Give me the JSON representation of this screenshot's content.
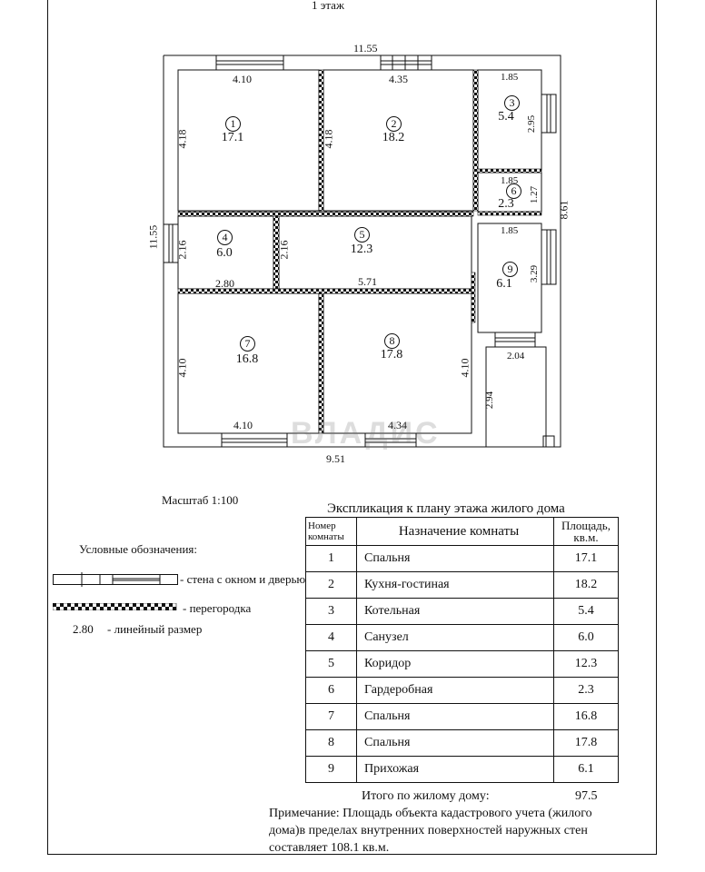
{
  "floor_title": "1 этаж",
  "dims": {
    "top_total": "11.55",
    "left_total": "11.55",
    "right_total": "8.61",
    "bottom_total": "9.51",
    "r1_w": "4.10",
    "r1_h": "4.18",
    "r2_w": "4.35",
    "r2_h": "4.18",
    "r3_w": "1.85",
    "r3_h": "2.95",
    "r6_w": "1.85",
    "r6_h": "1.27",
    "r9_w": "1.85",
    "r9_h": "3.29",
    "r4_h": "2.16",
    "r4_w": "2.80",
    "r5_h": "2.16",
    "r5_w": "5.71",
    "r7_h": "4.10",
    "r7_w": "4.10",
    "r8_h": "4.10",
    "r8_w": "4.34",
    "porch_w": "2.04",
    "porch_h": "2.94"
  },
  "rooms": [
    {
      "num": "1",
      "area": "17.1"
    },
    {
      "num": "2",
      "area": "18.2"
    },
    {
      "num": "3",
      "area": "5.4"
    },
    {
      "num": "4",
      "area": "6.0"
    },
    {
      "num": "5",
      "area": "12.3"
    },
    {
      "num": "6",
      "area": "2.3"
    },
    {
      "num": "7",
      "area": "16.8"
    },
    {
      "num": "8",
      "area": "17.8"
    },
    {
      "num": "9",
      "area": "6.1"
    }
  ],
  "scale_label": "Масштаб 1:100",
  "legend": {
    "title": "Условные обозначения:",
    "wall": "- стена с окном и дверью",
    "partition": "- перегородка",
    "dim_sample": "2.80",
    "dim_label": "- линейный размер"
  },
  "explication": {
    "title": "Экспликация к плану этажа жилого дома",
    "head_num": "Номер комнаты",
    "head_name": "Назначение комнаты",
    "head_area": "Площадь, кв.м.",
    "rows": [
      {
        "num": "1",
        "name": "Спальня",
        "area": "17.1"
      },
      {
        "num": "2",
        "name": "Кухня-гостиная",
        "area": "18.2"
      },
      {
        "num": "3",
        "name": "Котельная",
        "area": "5.4"
      },
      {
        "num": "4",
        "name": "Санузел",
        "area": "6.0"
      },
      {
        "num": "5",
        "name": "Коридор",
        "area": "12.3"
      },
      {
        "num": "6",
        "name": "Гардеробная",
        "area": "2.3"
      },
      {
        "num": "7",
        "name": "Спальня",
        "area": "16.8"
      },
      {
        "num": "8",
        "name": "Спальня",
        "area": "17.8"
      },
      {
        "num": "9",
        "name": "Прихожая",
        "area": "6.1"
      }
    ],
    "total_label": "Итого по жилому дому:",
    "total_value": "97.5"
  },
  "note": {
    "line1": "Примечание: Площадь объекта кадастрового учета (жилого",
    "line2": "дома)в пределах внутренних поверхностей наружных стен",
    "line3": "составляет 108.1 кв.м."
  },
  "watermark": "ВЛАДИС"
}
